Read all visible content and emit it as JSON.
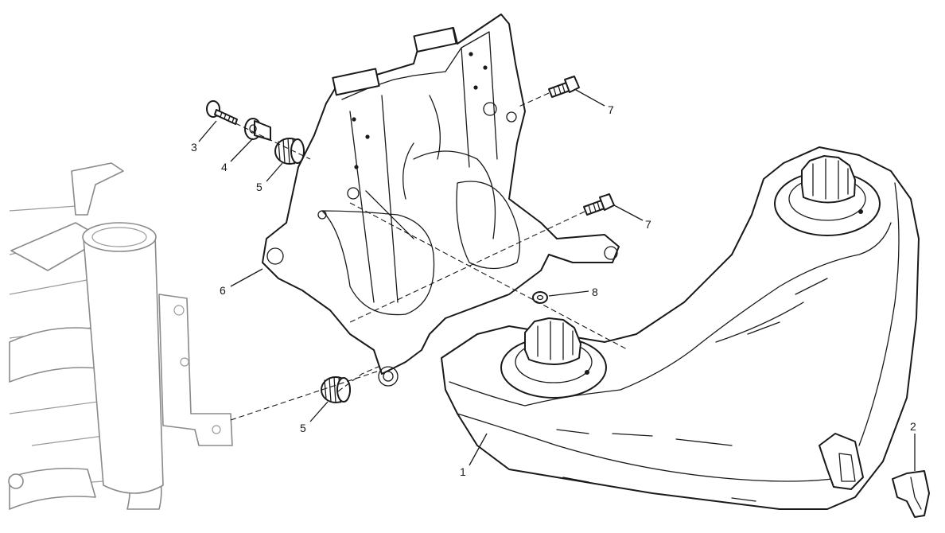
{
  "callouts": [
    {
      "id": "1",
      "label": "1"
    },
    {
      "id": "2",
      "label": "2"
    },
    {
      "id": "3",
      "label": "3"
    },
    {
      "id": "4",
      "label": "4"
    },
    {
      "id": "5a",
      "label": "5"
    },
    {
      "id": "5b",
      "label": "5"
    },
    {
      "id": "6",
      "label": "6"
    },
    {
      "id": "7a",
      "label": "7"
    },
    {
      "id": "7b",
      "label": "7"
    },
    {
      "id": "8",
      "label": "8"
    }
  ]
}
